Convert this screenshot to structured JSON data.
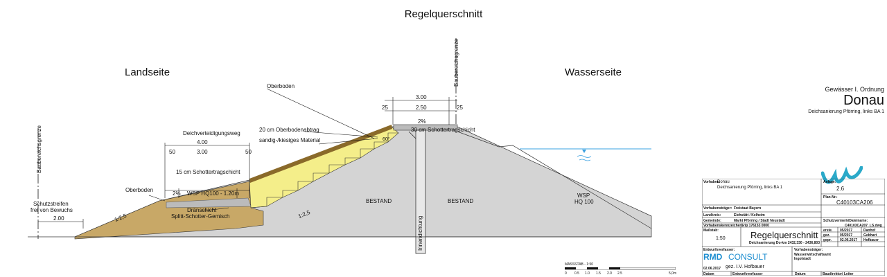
{
  "title": "Regelquerschnitt",
  "sides": {
    "land": "Landseite",
    "water": "Wasserseite"
  },
  "labels": {
    "oberboden_top": "Oberboden",
    "oberboden_left": "Oberboden",
    "baubereich_left": "Baubereichsgrenze",
    "baubereich_right": "Baubereichsgrenze",
    "schutzstreifen_1": "Schutzstreifen",
    "schutzstreifen_2": "frei von Bewuchs",
    "weg": "Deichverteidigungsweg",
    "abtrag": "20 cm Oberbodenabtrag",
    "material": "sandig-/kiesiges Material",
    "schotter_crest": "30 cm Schottertragschicht",
    "schotter_weg": "15 cm Schottertragschicht",
    "wsp_hq_range": "WSP HQ100 - 1.20m",
    "slope_berm": "2%",
    "slope_crest": "2%",
    "angle": "60°",
    "bestand_left": "BESTAND",
    "bestand_right": "BESTAND",
    "innendichtung": "Innendichtung",
    "draen_1": "Dränschicht",
    "draen_2": "Splitt-Schotter-Gemisch",
    "wsp": "WSP",
    "hq100": "HQ 100",
    "slope_upper": "1:2,5",
    "slope_lower": "1:2,5"
  },
  "dims": {
    "crest_total": "3.00",
    "crest_inner": "2.50",
    "crest_left": "25",
    "crest_right": "25",
    "weg_total": "4.00",
    "weg_inner": "3.00",
    "weg_left": "50",
    "weg_right": "50",
    "schutz": "2.00"
  },
  "river": {
    "class": "Gewässer  I. Ordnung",
    "name": "Donau",
    "project": "Deichsanierung Pförring, links BA 1"
  },
  "scale": {
    "label": "MASSSTAB - 1:50",
    "ticks": [
      "0",
      "0.5",
      "1.0",
      "1.5",
      "2.0",
      "2.5",
      "5,0m"
    ]
  },
  "titleblock": {
    "vorhaben_label": "Vorhaben:",
    "vorhaben": "Donau",
    "vorhaben_2": "Deichsanierung Pförring, links BA 1",
    "anlage_label": "Anlage:",
    "anlage": "2.6",
    "plannr_label": "Plan-Nr.:",
    "plannr": "C40103CA206",
    "vb_label": "Vorhabensträger:",
    "vb": "Freistaat Bayern",
    "lk_label": "Landkreis:",
    "lk": "Eichstätt / Kelheim",
    "gem_label": "Gemeinde:",
    "gem": "Markt Pförring / Stadt Neustadt",
    "vz_label": "Vorhabenskennzeichen:",
    "vz": "Grip 176153 0000",
    "massstab_label": "Maßstab:",
    "massstab": "1:50",
    "plan_title": "Regelquerschnitt",
    "plan_sub": "Deichsanierung Do-km 2432,330 - 2436,803",
    "datei_label": "Schutzvermerk/Dateiname:",
    "datei": "C40103CA207_LS.dwg",
    "row_erst": "erste.",
    "row_gez": "gez.",
    "row_gepr": "gepr.",
    "date_1": "05/2017",
    "date_2": "05/2017",
    "date_3": "02.06.2017",
    "name_1": "Danhof",
    "name_2": "Gebhart",
    "name_3": "Hofbauer",
    "entw_label": "Entwurfsverfasser:",
    "company_1": "RMD",
    "company_2": "CONSULT",
    "vt_label": "Vorhabensträger:",
    "vt_1": "Wasserwirtschaftsamt",
    "vt_2": "Ingolstadt",
    "sig_date": "02.06.2017",
    "sig": "gez. I.V. Hofbauer",
    "f_datum": "Datum",
    "f_entw": "Entwurfsverfasser",
    "f_datum2": "Datum",
    "f_baud": "Baudirektor/ Leiter"
  },
  "colors": {
    "bestand": "#d4d4d4",
    "material": "#f4ee8a",
    "draen": "#c8a867",
    "water": "#3aa0e0",
    "logo": "#2aa9c9",
    "rmd": "#1a8ccf"
  }
}
